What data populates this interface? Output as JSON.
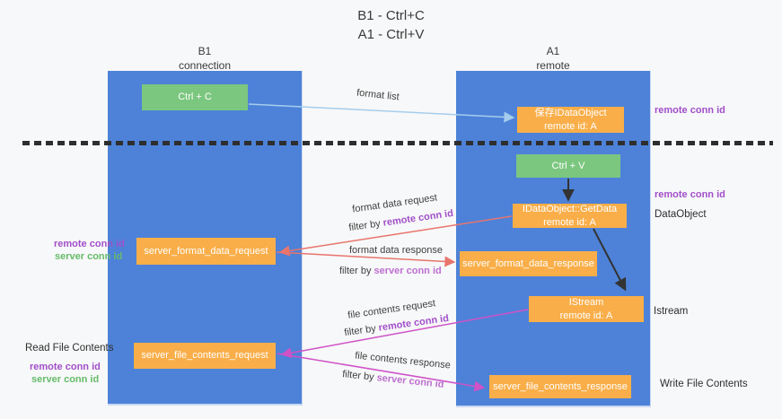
{
  "title": {
    "line1": "B1 - Ctrl+C",
    "line2": "A1 - Ctrl+V"
  },
  "lanes": {
    "left": {
      "name": "B1",
      "role": "connection"
    },
    "right": {
      "name": "A1",
      "role": "remote"
    }
  },
  "nodes": {
    "ctrl_c": {
      "label": "Ctrl + C"
    },
    "ctrl_v": {
      "label": "Ctrl + V"
    },
    "save_idataobject": {
      "line1": "保存IDataObject",
      "line2": "remote id: A"
    },
    "idataobject_getdata": {
      "line1": "IDataObject::GetData",
      "line2": "remote id: A"
    },
    "istream": {
      "line1": "IStream",
      "line2": "remote id: A"
    },
    "server_format_data_request": {
      "label": "server_format_data_request"
    },
    "server_format_data_response": {
      "label": "server_format_data_response"
    },
    "server_file_contents_request": {
      "label": "server_file_contents_request"
    },
    "server_file_contents_response": {
      "label": "server_file_contents_response"
    }
  },
  "edge_labels": {
    "format_list": "format list",
    "format_data_request": "format data request",
    "format_data_response": "format data response",
    "file_contents_request": "file contents request",
    "file_contents_response": "file contents response",
    "filter_by": "filter by",
    "remote_conn_id": "remote conn id",
    "server_conn_id": "server conn id"
  },
  "side_labels": {
    "remote_conn_id": "remote conn id",
    "server_conn_id": "server conn id",
    "dataobject": "DataObject",
    "istream": "Istream",
    "read_file_contents": "Read File Contents",
    "write_file_contents": "Write File Contents"
  },
  "colors": {
    "lane_blue": "#4d82d8",
    "node_green": "#7cc77f",
    "node_orange": "#f9ae49",
    "arrow_blue": "#a5cdec",
    "arrow_red": "#e8756d",
    "arrow_magenta": "#cf52c7",
    "arrow_black": "#333333",
    "text_purple": "#a14fc9",
    "text_orchid": "#bd6fd0",
    "text_green": "#66bb6a"
  }
}
